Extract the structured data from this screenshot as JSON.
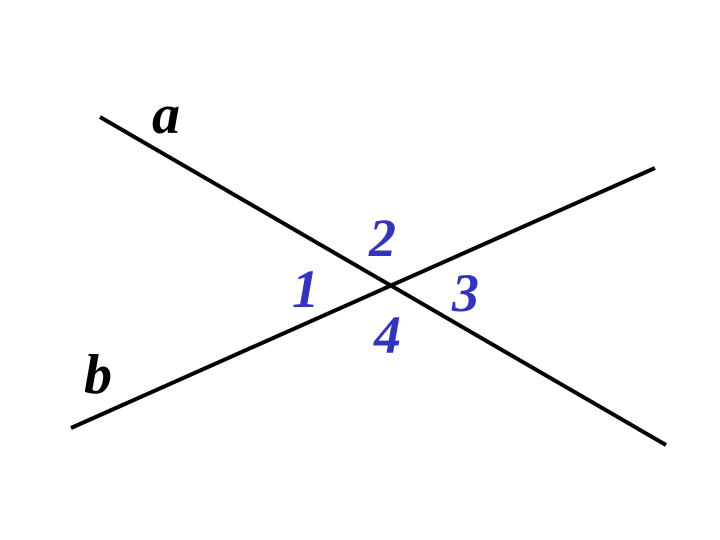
{
  "colors": {
    "background": "#ffffff",
    "line": "#000000",
    "line_label": "#000000",
    "angle_label": "#3333bb"
  },
  "lines": [
    {
      "name": "a",
      "label": "a"
    },
    {
      "name": "b",
      "label": "b"
    }
  ],
  "angles": [
    {
      "label": "1"
    },
    {
      "label": "2"
    },
    {
      "label": "3"
    },
    {
      "label": "4"
    }
  ]
}
